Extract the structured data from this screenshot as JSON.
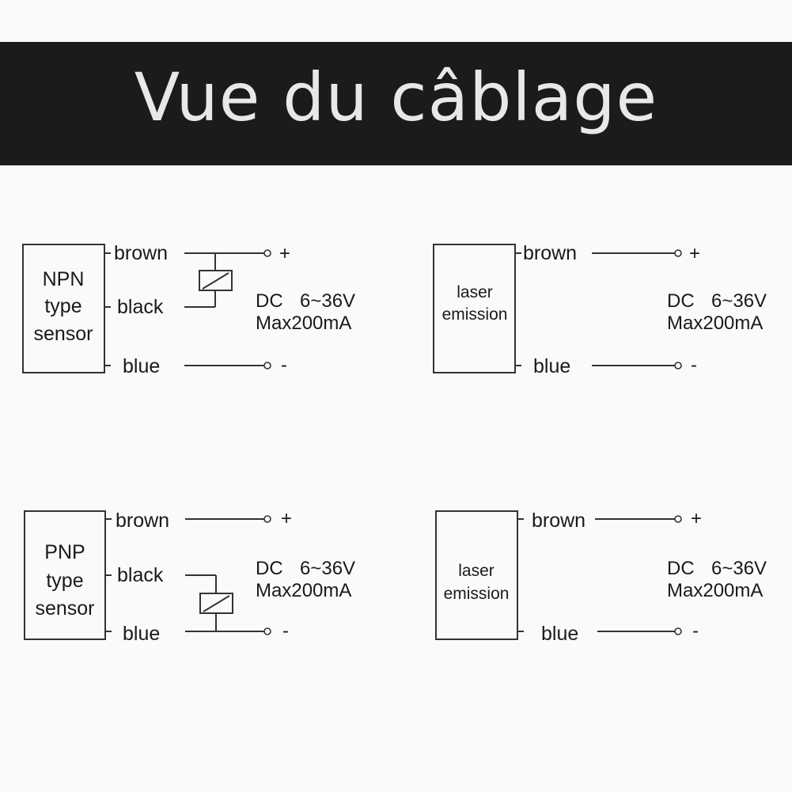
{
  "title": "Vue du câblage",
  "wires": {
    "brown": "brown",
    "black": "black",
    "blue": "blue"
  },
  "signs": {
    "plus": "+",
    "minus": "-"
  },
  "spec": {
    "dc": "DC",
    "voltage": "6~36V",
    "current": "Max200mA"
  },
  "npn_sensor": {
    "line1": "NPN",
    "line2": "type",
    "line3": "sensor"
  },
  "pnp_sensor": {
    "line1": "PNP",
    "line2": "type",
    "line3": "sensor"
  },
  "emitter": {
    "line1": "laser",
    "line2": "emission"
  }
}
